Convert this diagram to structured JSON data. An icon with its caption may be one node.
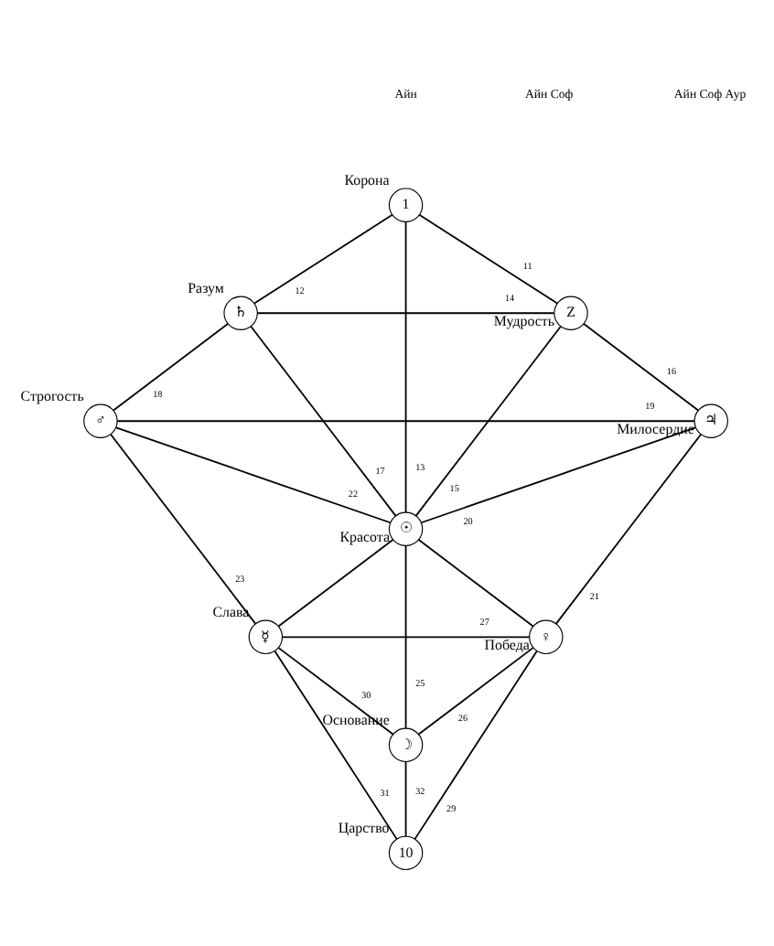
{
  "diagram": {
    "nodes": [
      {
        "text": [
          "1"
        ],
        "beside": [
          "Корона"
        ]
      },
      {
        "text": [
          "♄"
        ],
        "beside": [
          "Разум"
        ]
      },
      {
        "text": [
          "Z"
        ],
        "beside": [
          "Мудрость"
        ]
      },
      {
        "text": [
          "♂"
        ],
        "beside": [
          "Строгость"
        ]
      },
      {
        "text": [
          "♃"
        ],
        "beside": [
          "Милосердие"
        ]
      },
      {
        "text": [
          "☉"
        ],
        "beside": [
          "Красота"
        ]
      },
      {
        "text": [
          "☿"
        ],
        "beside": [
          "Слава"
        ]
      },
      {
        "text": [
          "♀"
        ],
        "beside": [
          "Победа"
        ]
      },
      {
        "text": [
          "☽"
        ],
        "beside": [
          "Основание"
        ]
      },
      {
        "text": [
          "10"
        ],
        "beside": [
          "Царство"
        ]
      }
    ],
    "edges": [
      {
        "from": 0,
        "to": 2,
        "arrow": "none",
        "label": "11"
      },
      {
        "from": 0,
        "to": 1,
        "arrow": "none",
        "label": "12"
      },
      {
        "from": 0,
        "to": 5,
        "arrow": "none",
        "label": "13"
      },
      {
        "from": 1,
        "to": 2,
        "arrow": "none",
        "label": "14"
      },
      {
        "from": 2,
        "to": 5,
        "arrow": "none",
        "label": "15"
      },
      {
        "from": 2,
        "to": 4,
        "arrow": "none",
        "label": "16"
      },
      {
        "from": 1,
        "to": 5,
        "arrow": "none",
        "label": "17"
      },
      {
        "from": 1,
        "to": 3,
        "arrow": "none",
        "label": "18"
      },
      {
        "from": 3,
        "to": 4,
        "arrow": "none",
        "label": "19"
      },
      {
        "from": 4,
        "to": 5,
        "arrow": "none",
        "label": "20"
      },
      {
        "from": 4,
        "to": 7,
        "arrow": "none",
        "label": "21"
      },
      {
        "from": 3,
        "to": 5,
        "arrow": "none",
        "label": "22"
      },
      {
        "from": 3,
        "to": 6,
        "arrow": "none",
        "label": "23"
      },
      {
        "from": 5,
        "to": 6,
        "arrow": "none"
      },
      {
        "from": 5,
        "to": 7,
        "arrow": "none"
      },
      {
        "from": 5,
        "to": 8,
        "arrow": "none",
        "label": "25"
      },
      {
        "from": 6,
        "to": 7,
        "arrow": "none",
        "label": "27"
      },
      {
        "from": 7,
        "to": 8,
        "arrow": "none",
        "label": "26"
      },
      {
        "from": 7,
        "to": 9,
        "arrow": "none",
        "label": "29"
      },
      {
        "from": 6,
        "to": 8,
        "arrow": "none",
        "label": "30"
      },
      {
        "from": 6,
        "to": 9,
        "arrow": "none",
        "label": "31"
      },
      {
        "from": 8,
        "to": 9,
        "arrow": "none",
        "label": "32"
      }
    ],
    "labels": [
      "Айн",
      "Айн Соф",
      "Айн Соф Аур"
    ]
  }
}
